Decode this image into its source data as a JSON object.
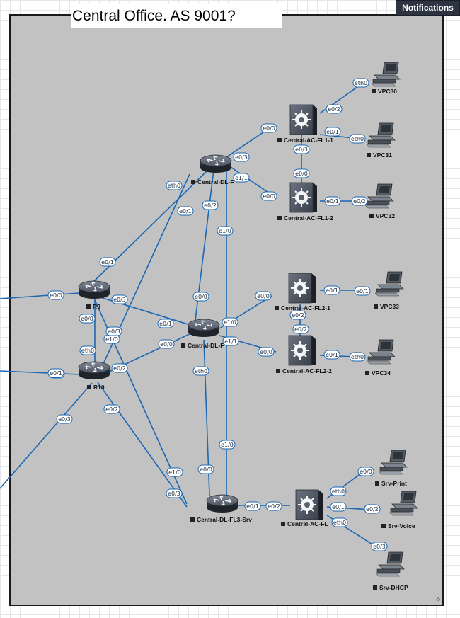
{
  "header": {
    "title": "Central Office. AS 9001?",
    "notifications_label": "Notifications"
  },
  "colors": {
    "link": "#1a67b4",
    "area_fill": "#c2c2c2",
    "area_border": "#1a1a1a",
    "notifications_bg": "#2b3440"
  },
  "nodes": [
    {
      "id": "r9",
      "type": "router",
      "label": "R9"
    },
    {
      "id": "r10",
      "type": "router",
      "label": "R10"
    },
    {
      "id": "dl1",
      "type": "router",
      "label": "Central-DL-F"
    },
    {
      "id": "dl2",
      "type": "router",
      "label": "Central-DL-F"
    },
    {
      "id": "dl3",
      "type": "router",
      "label": "Central-DL-FL3-Srv"
    },
    {
      "id": "ac11",
      "type": "switch",
      "label": "Central-AC-FL1-1"
    },
    {
      "id": "ac12",
      "type": "switch",
      "label": "Central-AC-FL1-2"
    },
    {
      "id": "ac21",
      "type": "switch",
      "label": "Central-AC-FL2-1"
    },
    {
      "id": "ac22",
      "type": "switch",
      "label": "Central-AC-FL2-2"
    },
    {
      "id": "ac3",
      "type": "switch",
      "label": "Central-AC-FL"
    },
    {
      "id": "vpc30",
      "type": "pc",
      "label": "VPC30"
    },
    {
      "id": "vpc31",
      "type": "pc",
      "label": "VPC31"
    },
    {
      "id": "vpc32",
      "type": "pc",
      "label": "VPC32"
    },
    {
      "id": "vpc33",
      "type": "pc",
      "label": "VPC33"
    },
    {
      "id": "vpc34",
      "type": "pc",
      "label": "VPC34"
    },
    {
      "id": "srvprint",
      "type": "pc",
      "label": "Srv-Print"
    },
    {
      "id": "srvvoice",
      "type": "pc",
      "label": "Srv-Voice"
    },
    {
      "id": "srvdhcp",
      "type": "pc",
      "label": "Srv-DHCP"
    }
  ],
  "ports": [
    "eth0",
    "e0/2",
    "e0/0",
    "e0/1",
    "eth0",
    "e0/3",
    "e0/3",
    "e1/1",
    "e0/0",
    "e0/0",
    "e0/1",
    "e0/2",
    "e0/1",
    "eth0",
    "e1/0",
    "e0/2",
    "e0/1",
    "e0/3",
    "e0/0",
    "e0/0",
    "e0/1",
    "e1/0",
    "e0/3",
    "e1/0",
    "e0/1",
    "e0/0",
    "e0/2",
    "e0/1",
    "e1/1",
    "e0/2",
    "eth0",
    "e0/0",
    "e0/1",
    "eth0",
    "e0/0",
    "e1/1",
    "e0/0",
    "e0/1",
    "e0/2",
    "eth0",
    "e0/3",
    "e0/2",
    "e1/0",
    "e1/0",
    "e0/0",
    "e0/3",
    "e0/1",
    "e0/2",
    "e0/0",
    "eth0",
    "e0/1",
    "e0/2",
    "eth0",
    "e0/3",
    "eth0"
  ]
}
